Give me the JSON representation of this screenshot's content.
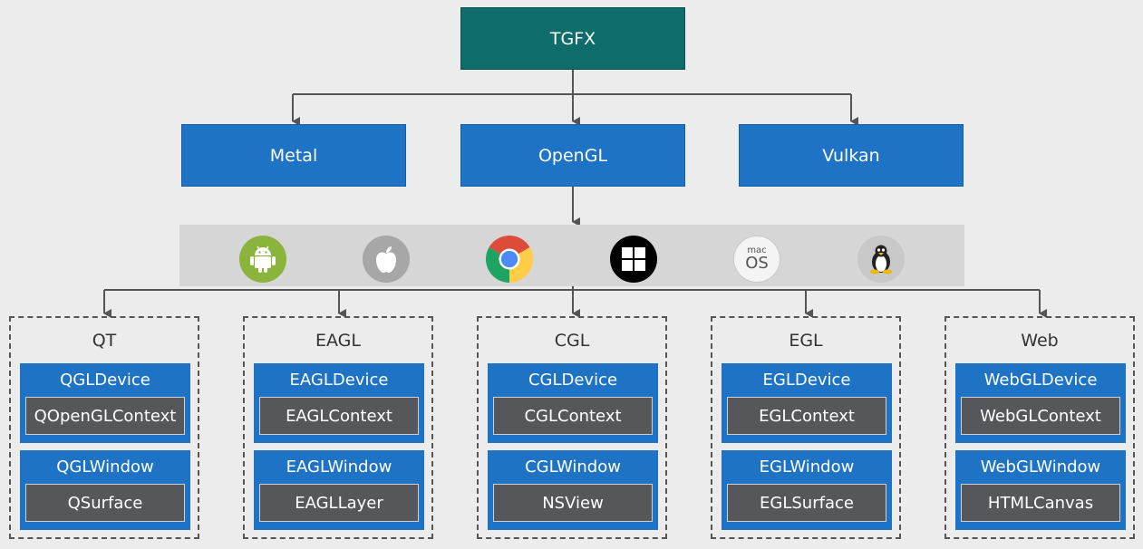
{
  "root": {
    "label": "TGFX"
  },
  "apis": [
    {
      "label": "Metal"
    },
    {
      "label": "OpenGL"
    },
    {
      "label": "Vulkan"
    }
  ],
  "platforms": [
    {
      "icon": "android-icon",
      "color": "#8ab43c"
    },
    {
      "icon": "apple-icon",
      "color": "#a7a7a7"
    },
    {
      "icon": "chrome-icon",
      "color": "#dd4b39"
    },
    {
      "icon": "windows-icon",
      "color": "#000000"
    },
    {
      "icon": "macos-icon",
      "color": "#f4f4f4",
      "line1": "mac",
      "line2": "OS"
    },
    {
      "icon": "linux-icon",
      "color": "#c8c8c8"
    }
  ],
  "groups": [
    {
      "title": "QT",
      "device": "QGLDevice",
      "context": "QOpenGLContext",
      "window": "QGLWindow",
      "surface": "QSurface"
    },
    {
      "title": "EAGL",
      "device": "EAGLDevice",
      "context": "EAGLContext",
      "window": "EAGLWindow",
      "surface": "EAGLLayer"
    },
    {
      "title": "CGL",
      "device": "CGLDevice",
      "context": "CGLContext",
      "window": "CGLWindow",
      "surface": "NSView"
    },
    {
      "title": "EGL",
      "device": "EGLDevice",
      "context": "EGLContext",
      "window": "EGLWindow",
      "surface": "EGLSurface"
    },
    {
      "title": "Web",
      "device": "WebGLDevice",
      "context": "WebGLContext",
      "window": "WebGLWindow",
      "surface": "HTMLCanvas"
    }
  ],
  "colors": {
    "root": "#0e6c6b",
    "api": "#1e73c4",
    "card": "#1e73c4",
    "inner": "#55575b",
    "line": "#555555",
    "background": "#ececec",
    "platform_bar": "#d6d6d6"
  }
}
